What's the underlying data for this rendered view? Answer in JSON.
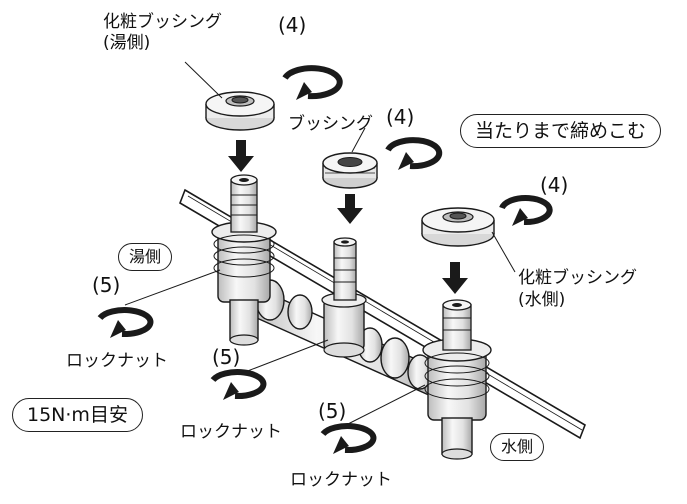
{
  "labels": {
    "cosmetic_bushing_hot_1": "化粧ブッシング",
    "cosmetic_bushing_hot_2": "(湯側)",
    "bushing": "ブッシング",
    "cosmetic_bushing_cold_1": "化粧ブッシング",
    "cosmetic_bushing_cold_2": "(水側)",
    "step4_a": "(4)",
    "step4_b": "(4)",
    "step4_c": "(4)",
    "step5_a": "(5)",
    "step5_b": "(5)",
    "step5_c": "(5)",
    "locknut_a": "ロックナット",
    "locknut_b": "ロックナット",
    "locknut_c": "ロックナット"
  },
  "callouts": {
    "tighten_fully": "当たりまで締めこむ",
    "hot_side": "湯側",
    "cold_side": "水側",
    "torque": "15N·m目安"
  },
  "colors": {
    "line": "#1a1a1a",
    "metal_light": "#f2f2f2",
    "metal_mid": "#d9d9d9",
    "metal_dark": "#9c9c9c"
  }
}
